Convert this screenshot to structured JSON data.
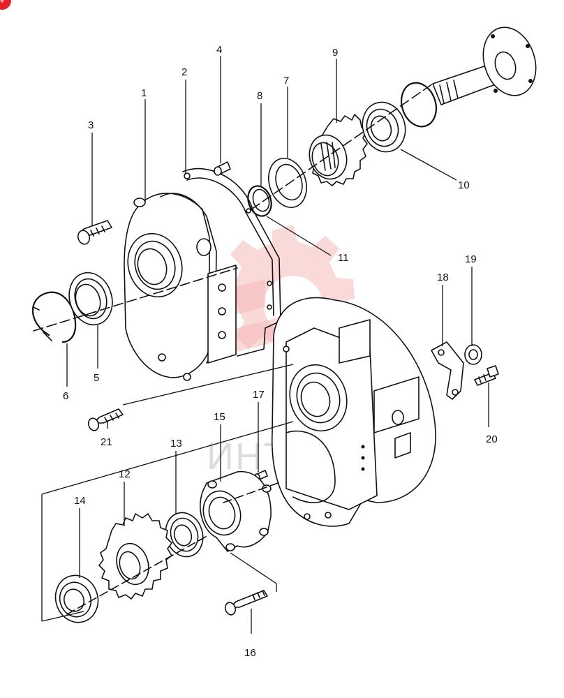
{
  "badge": "+",
  "watermark": {
    "text": "ИНТЕХ",
    "color": "#e4222e"
  },
  "parts": [
    {
      "label": "1"
    },
    {
      "label": "2"
    },
    {
      "label": "3"
    },
    {
      "label": "4"
    },
    {
      "label": "5"
    },
    {
      "label": "6"
    },
    {
      "label": "7"
    },
    {
      "label": "8"
    },
    {
      "label": "9"
    },
    {
      "label": "10"
    },
    {
      "label": "11"
    },
    {
      "label": "12"
    },
    {
      "label": "13"
    },
    {
      "label": "14"
    },
    {
      "label": "15"
    },
    {
      "label": "16"
    },
    {
      "label": "17"
    },
    {
      "label": "18"
    },
    {
      "label": "19"
    },
    {
      "label": "20"
    },
    {
      "label": "21"
    }
  ]
}
